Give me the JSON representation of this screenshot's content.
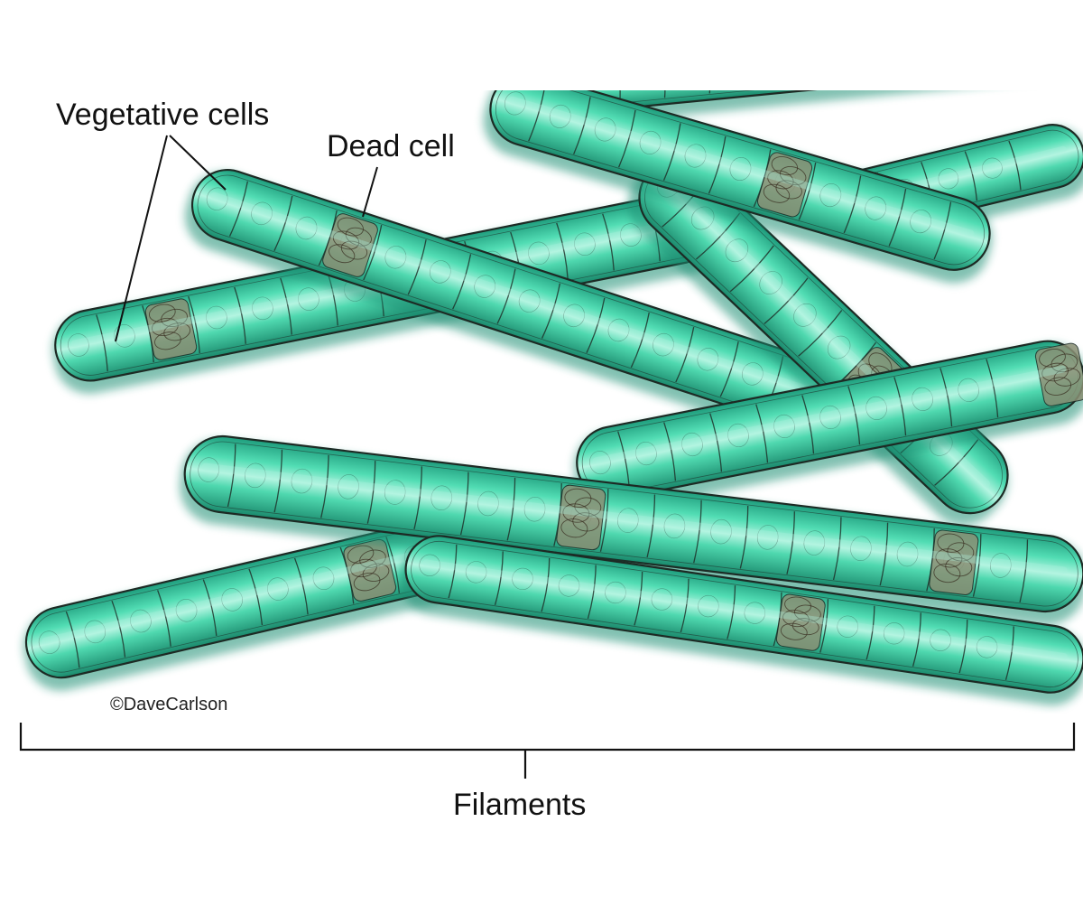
{
  "labels": {
    "vegetative_cells": "Vegetative cells",
    "dead_cell": "Dead cell",
    "filaments": "Filaments"
  },
  "credit": "©DaveCarlson",
  "colors": {
    "filament_fill": "#3fd3a8",
    "filament_highlight": "#a9f2dc",
    "filament_shadow": "#1f8f73",
    "outline": "#1d2a24",
    "dead_cell_fill": "#8a8f74",
    "line": "#111111"
  }
}
